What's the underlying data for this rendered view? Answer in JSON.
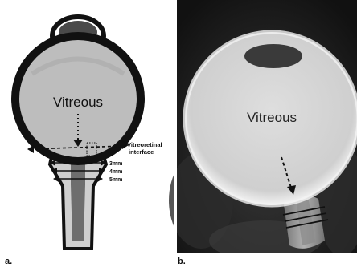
{
  "panel_a": {
    "label": "a.",
    "vitreous": "Vitreous",
    "interface_line1": "Vitreoretinal",
    "interface_line2": "interface",
    "measurements": [
      "3mm",
      "4mm",
      "5mm"
    ],
    "colors": {
      "background": "#ffffff",
      "globe_fill": "#bdbdbd",
      "wall": "#111111",
      "lens": "#4a4a4a",
      "nerve_sheath": "#cfcfcf",
      "nerve_core": "#6e6e6e"
    }
  },
  "panel_b": {
    "label": "b.",
    "vitreous": "Vitreous",
    "colors": {
      "background": "#1e1e1e",
      "globe_fill": "#d8d8d8",
      "globe_rim": "#f2f2f2",
      "lens": "#3a3a3a",
      "nerve": "#9a9a9a"
    }
  }
}
